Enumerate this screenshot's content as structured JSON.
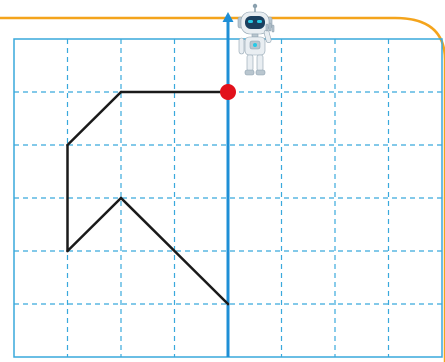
{
  "colors": {
    "frame_orange": "#f4a41c",
    "grid_blue": "#39a9dc",
    "axis_blue": "#1e8fd6",
    "path_black": "#1a1a1a",
    "dot_red": "#e2111b",
    "robot_white": "#e9eef2",
    "robot_shade": "#b9c6cf",
    "robot_face": "#1b3f5e",
    "robot_eye": "#27c9e6"
  },
  "grid": {
    "columns": 8,
    "rows": 6
  },
  "path": {
    "vertices": [
      [
        4,
        5
      ],
      [
        2,
        5
      ],
      [
        1,
        4
      ],
      [
        1,
        2
      ],
      [
        2,
        3
      ],
      [
        4,
        1
      ]
    ],
    "marker": [
      4,
      5
    ]
  },
  "icons": {
    "robot": "robot-waving-icon",
    "arrow": "arrow-up-icon",
    "marker": "red-dot-icon"
  }
}
